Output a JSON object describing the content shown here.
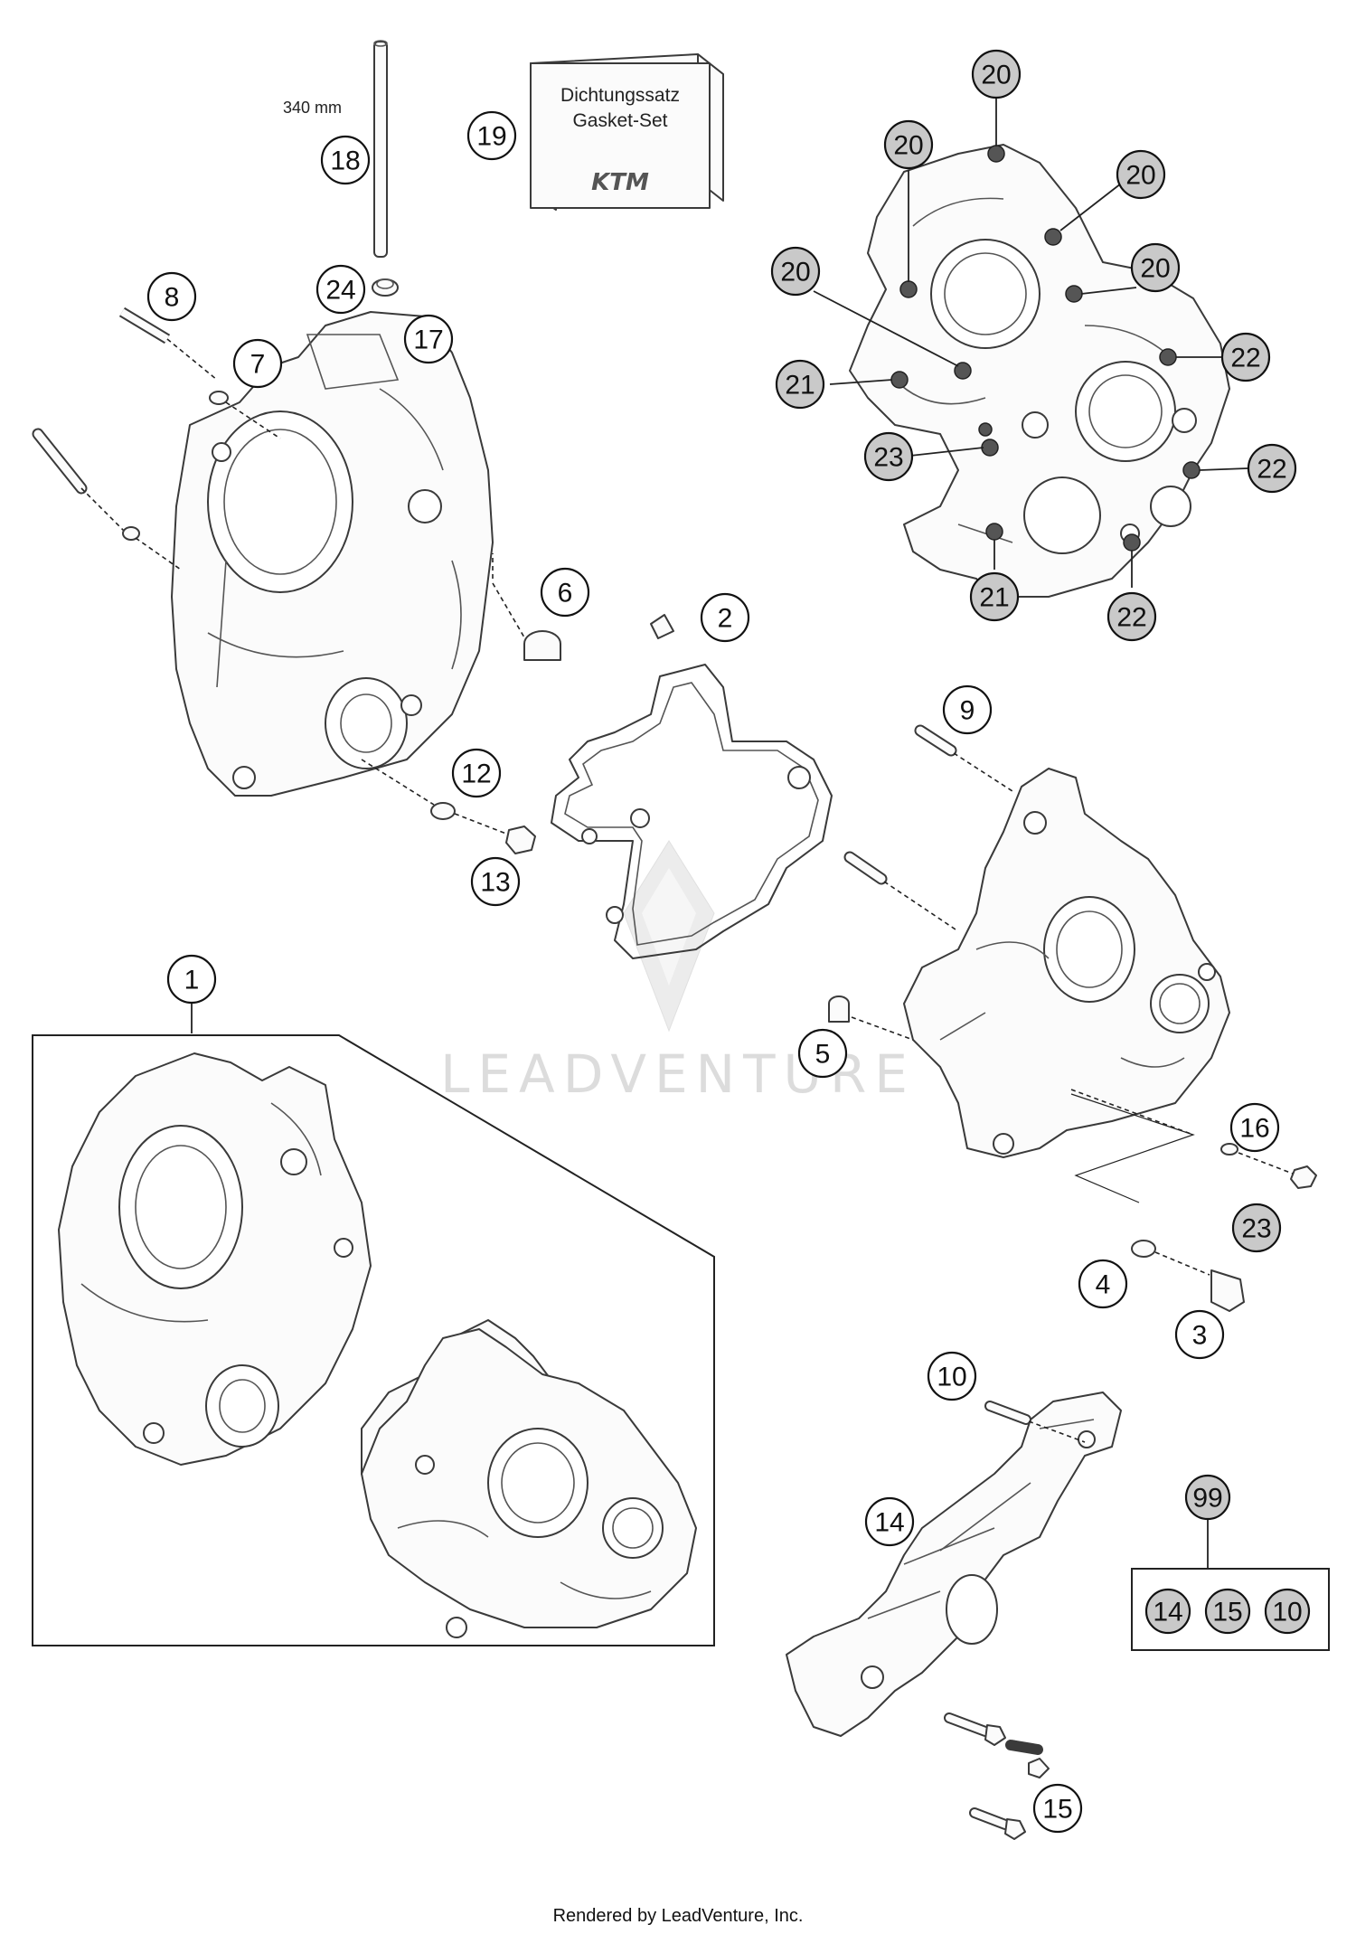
{
  "watermark": "LEADVENTURE",
  "footer": "Rendered by LeadVenture, Inc.",
  "dimension_label": "340 mm",
  "gasket_kit": {
    "line1": "Dichtungssatz",
    "line2": "Gasket-Set",
    "logo": "KTM"
  },
  "callouts": {
    "c1": "1",
    "c2": "2",
    "c3": "3",
    "c4": "4",
    "c5": "5",
    "c6": "6",
    "c7": "7",
    "c8": "8",
    "c9": "9",
    "c10": "10",
    "c12": "12",
    "c13": "13",
    "c14": "14",
    "c15": "15",
    "c16": "16",
    "c17": "17",
    "c18": "18",
    "c19": "19",
    "c20": "20",
    "c21": "21",
    "c22": "22",
    "c23": "23",
    "c24": "24",
    "c99": "99"
  },
  "kit_99_items": [
    "14",
    "15",
    "10"
  ]
}
